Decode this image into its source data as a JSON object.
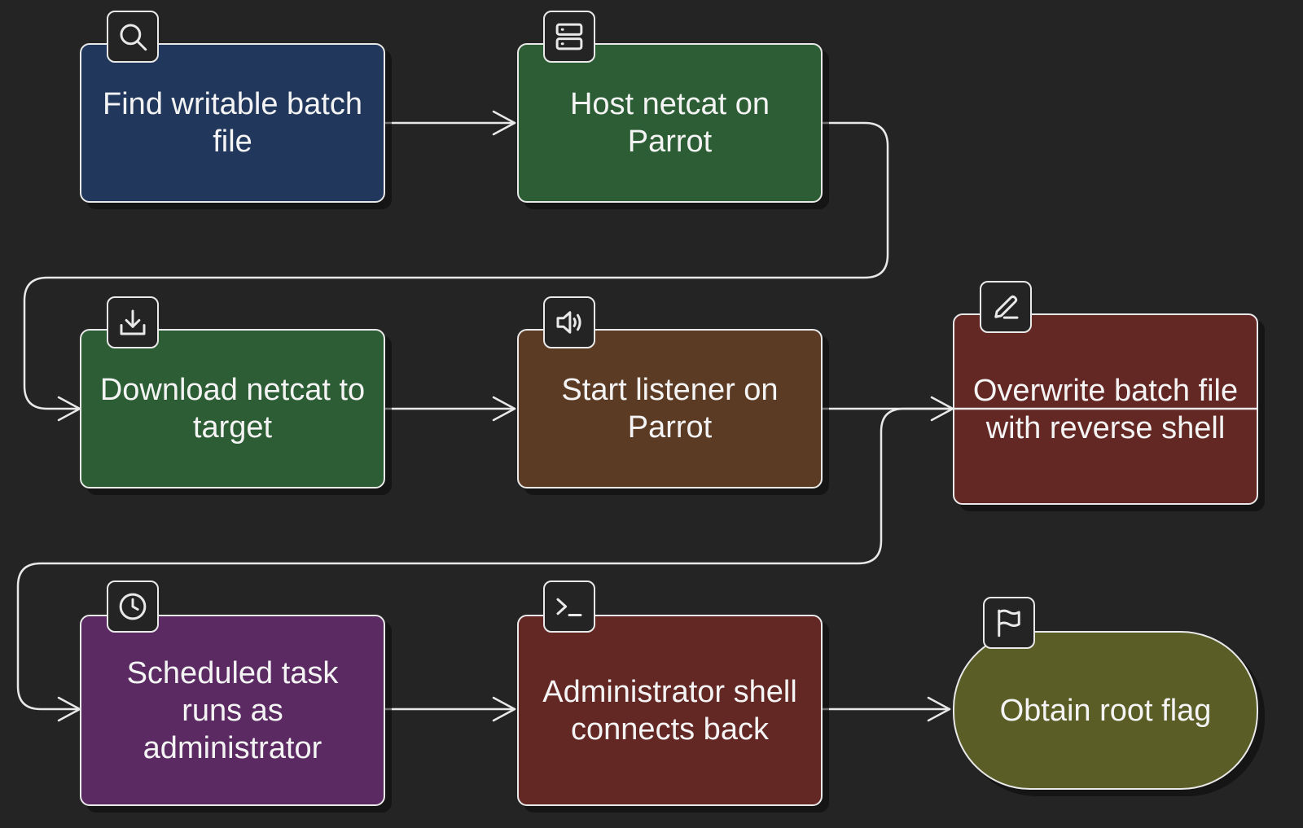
{
  "colors": {
    "background": "#242424",
    "stroke": "#e9e9e9",
    "recon": "#22375c",
    "transfer": "#2c5d34",
    "listener": "#5c3b25",
    "exploit": "#632724",
    "scheduled": "#5c2a62",
    "flag": "#5b5d27"
  },
  "nodes": [
    {
      "id": "find",
      "label": "Find writable batch file",
      "icon": "search-icon",
      "color": "#22375c"
    },
    {
      "id": "host",
      "label": "Host netcat on Parrot",
      "icon": "server-icon",
      "color": "#2c5d34"
    },
    {
      "id": "download",
      "label": "Download netcat to target",
      "icon": "download-icon",
      "color": "#2c5d34"
    },
    {
      "id": "listener",
      "label": "Start listener on Parrot",
      "icon": "speaker-icon",
      "color": "#5c3b25"
    },
    {
      "id": "overwrite",
      "label": "Overwrite batch file with reverse shell",
      "icon": "pencil-icon",
      "color": "#632724"
    },
    {
      "id": "scheduled",
      "label": "Scheduled task runs as administrator",
      "icon": "clock-icon",
      "color": "#5c2a62"
    },
    {
      "id": "admin",
      "label": "Administrator shell connects back",
      "icon": "terminal-icon",
      "color": "#632724"
    },
    {
      "id": "flag",
      "label": "Obtain root flag",
      "icon": "flag-icon",
      "color": "#5b5d27"
    }
  ],
  "edges": [
    {
      "from": "find",
      "to": "host"
    },
    {
      "from": "host",
      "to": "download"
    },
    {
      "from": "download",
      "to": "listener"
    },
    {
      "from": "listener",
      "to": "overwrite"
    },
    {
      "from": "overwrite",
      "to": "scheduled"
    },
    {
      "from": "scheduled",
      "to": "admin"
    },
    {
      "from": "admin",
      "to": "flag"
    }
  ]
}
